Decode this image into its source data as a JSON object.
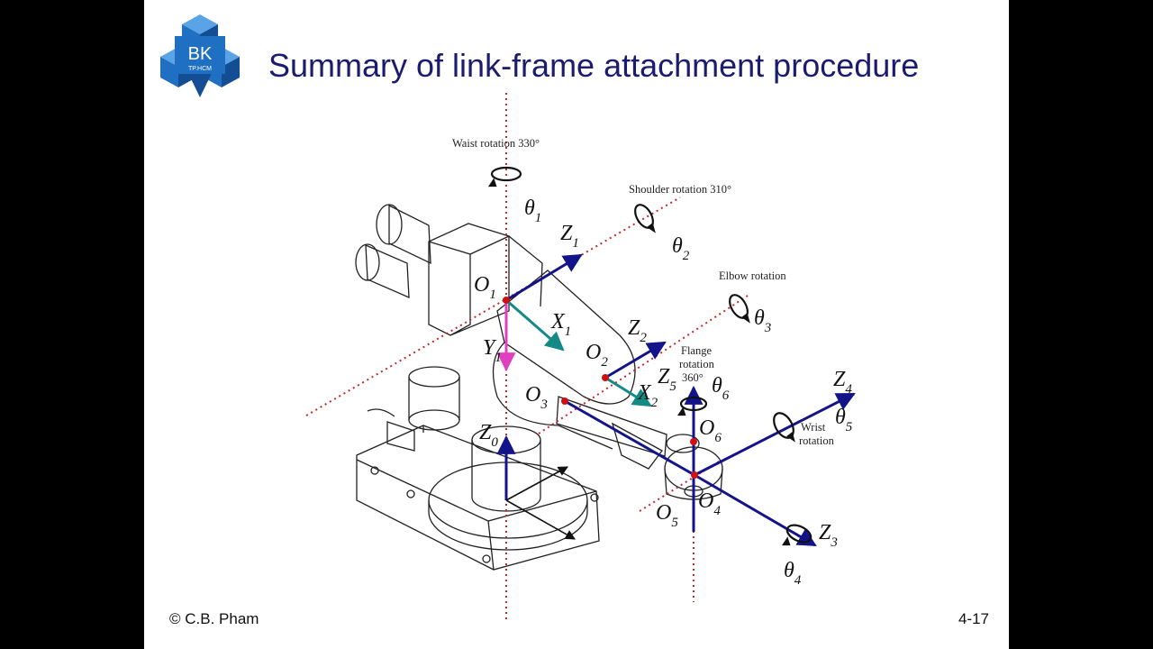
{
  "slide": {
    "title": "Summary of link-frame attachment procedure",
    "footer_left": "© C.B. Pham",
    "footer_right": "4-17"
  },
  "logo": {
    "main": "BK",
    "sub": "TP.HCM",
    "color": "#1f6fc2"
  },
  "colors": {
    "axis_dotted": "#c62828",
    "z_axis": "#14148a",
    "x_axis": "#138a86",
    "y_axis": "#e040c0",
    "origin": "#d01010"
  },
  "annotations": {
    "waist": "Waist rotation 330°",
    "shoulder": "Shoulder rotation 310°",
    "elbow": "Elbow rotation",
    "flange_1": "Flange",
    "flange_2": "rotation",
    "flange_3": "360°",
    "wrist_1": "Wrist",
    "wrist_2": "rotation"
  },
  "labels": {
    "theta1": {
      "base": "θ",
      "sub": "1"
    },
    "theta2": {
      "base": "θ",
      "sub": "2"
    },
    "theta3": {
      "base": "θ",
      "sub": "3"
    },
    "theta4": {
      "base": "θ",
      "sub": "4"
    },
    "theta5": {
      "base": "θ",
      "sub": "5"
    },
    "theta6": {
      "base": "θ",
      "sub": "6"
    },
    "Z0": {
      "base": "Z",
      "sub": "0"
    },
    "Z1": {
      "base": "Z",
      "sub": "1"
    },
    "Z2": {
      "base": "Z",
      "sub": "2"
    },
    "Z3": {
      "base": "Z",
      "sub": "3"
    },
    "Z4": {
      "base": "Z",
      "sub": "4"
    },
    "Z5": {
      "base": "Z",
      "sub": "5"
    },
    "X1": {
      "base": "X",
      "sub": "1"
    },
    "X2": {
      "base": "X",
      "sub": "2"
    },
    "Y1": {
      "base": "Y",
      "sub": "1"
    },
    "O1": {
      "base": "O",
      "sub": "1"
    },
    "O2": {
      "base": "O",
      "sub": "2"
    },
    "O3": {
      "base": "O",
      "sub": "3"
    },
    "O4": {
      "base": "O",
      "sub": "4"
    },
    "O5": {
      "base": "O",
      "sub": "5"
    },
    "O6": {
      "base": "O",
      "sub": "6"
    }
  }
}
